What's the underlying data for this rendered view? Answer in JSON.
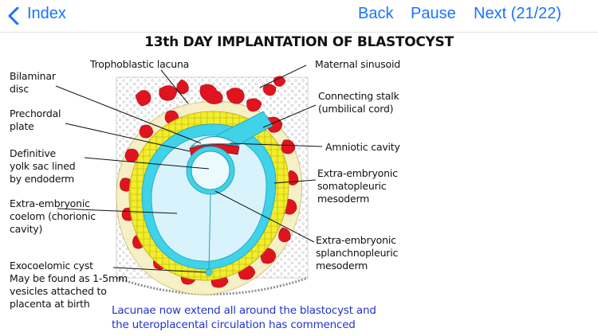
{
  "nav": {
    "back_icon": "chevron-left-icon",
    "index_label": "Index",
    "back_label": "Back",
    "pause_label": "Pause",
    "next_label": "Next (21/22)"
  },
  "slide": {
    "title": "13th DAY IMPLANTATION OF BLASTOCYST",
    "labels": {
      "trophoblastic_lacuna": "Trophoblastic lacuna",
      "maternal_sinusoid": "Maternal sinusoid",
      "bilaminar_disc": "Bilaminar\ndisc",
      "connecting_stalk": "Connecting stalk\n(umbilical cord)",
      "prechordal_plate": "Prechordal\nplate",
      "amniotic_cavity": "Amniotic cavity",
      "definitive_yolk_sac": "Definitive\nyolk sac lined\nby endoderm",
      "extra_embryonic_somatopleuric": "Extra-embryonic\nsomatopleuric\nmesoderm",
      "extra_embryonic_coelom": "Extra-embryonic\ncoelom (chorionic\ncavity)",
      "extra_embryonic_splanchnopleuric": "Extra-embryonic\nsplanchnopleuric\nmesoderm",
      "exocoelomic_cyst": "Exocoelomic cyst\nMay be found as 1-5mm\nvesicles attached to\nplacenta at birth"
    },
    "caption": "Lacunae now extend all around the blastocyst and\nthe uteroplacental circulation has commenced",
    "colors": {
      "accent": "#1a73ff",
      "caption": "#2233cc",
      "lacuna_red": "#e0141e",
      "trophoblast_cream": "#f7f0c6",
      "cyto_yellow": "#f2ee2a",
      "mesoderm_cyan": "#3fd2e8",
      "coelom_lightblue": "#d8f3fb"
    }
  }
}
